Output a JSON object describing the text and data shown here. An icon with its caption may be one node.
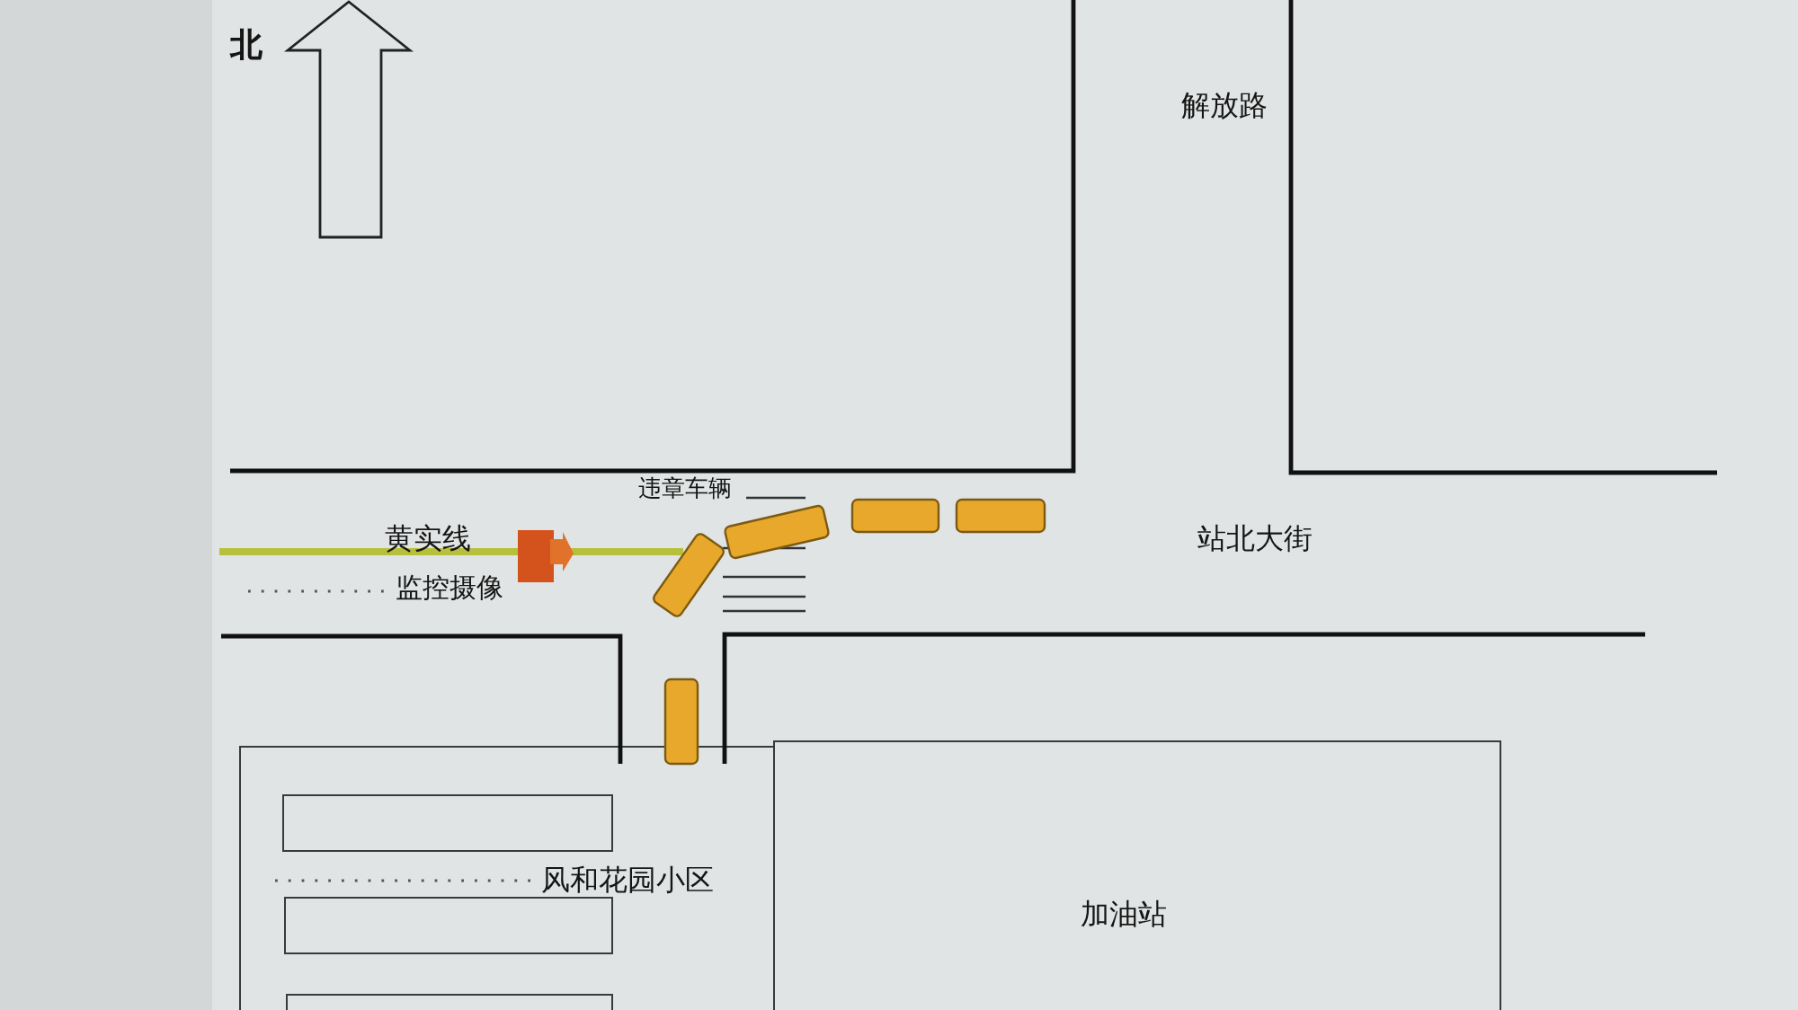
{
  "diagram": {
    "nodes": [
      {
        "text": [
          "风和花园小区"
        ]
      },
      {
        "text": [],
        "shape": "box",
        "in": 0
      },
      {
        "text": [],
        "shape": "box",
        "in": 0
      },
      {
        "text": [],
        "shape": "box",
        "in": 0
      },
      {
        "text": [
          "加油站"
        ]
      }
    ],
    "labels": [
      "北",
      "解放路",
      "违章车辆",
      "黄实线",
      "站北大街",
      "监控摄像"
    ]
  }
}
